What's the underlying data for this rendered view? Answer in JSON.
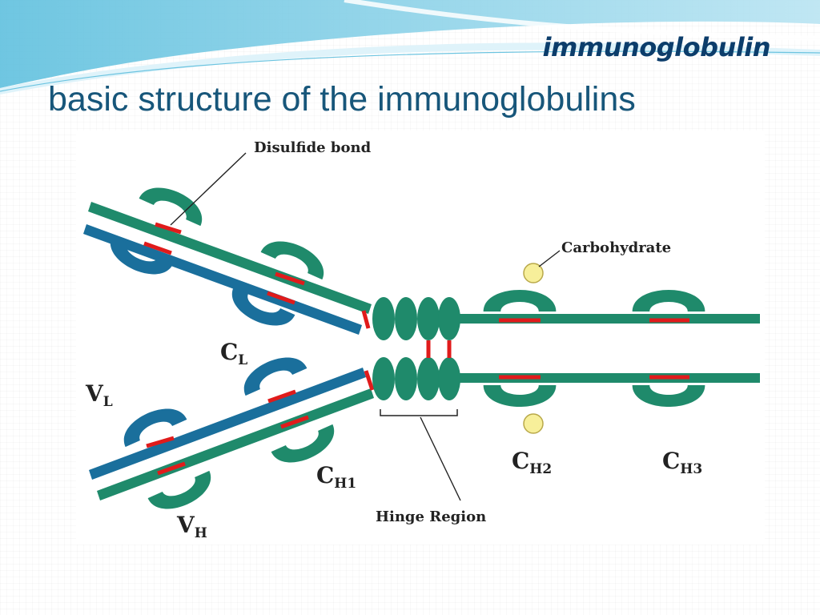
{
  "header": {
    "brand": "immunoglobulin",
    "title": "basic structure of the immunoglobulins"
  },
  "colors": {
    "accent": "#17567a",
    "heavy_chain": "#1f8a6b",
    "light_chain": "#1a6f9c",
    "disulfide": "#e01b1b",
    "carbohydrate": "#f7ef9a"
  },
  "diagram": {
    "labels": {
      "disulfide_bond": "Disulfide bond",
      "carbohydrate": "Carbohydrate",
      "hinge_region": "Hinge Region",
      "cl": {
        "main": "C",
        "sub": "L"
      },
      "vl": {
        "main": "V",
        "sub": "L"
      },
      "vh": {
        "main": "V",
        "sub": "H"
      },
      "ch1": {
        "main": "C",
        "sub": "H1"
      },
      "ch2": {
        "main": "C",
        "sub": "H2"
      },
      "ch3": {
        "main": "C",
        "sub": "H3"
      }
    }
  }
}
